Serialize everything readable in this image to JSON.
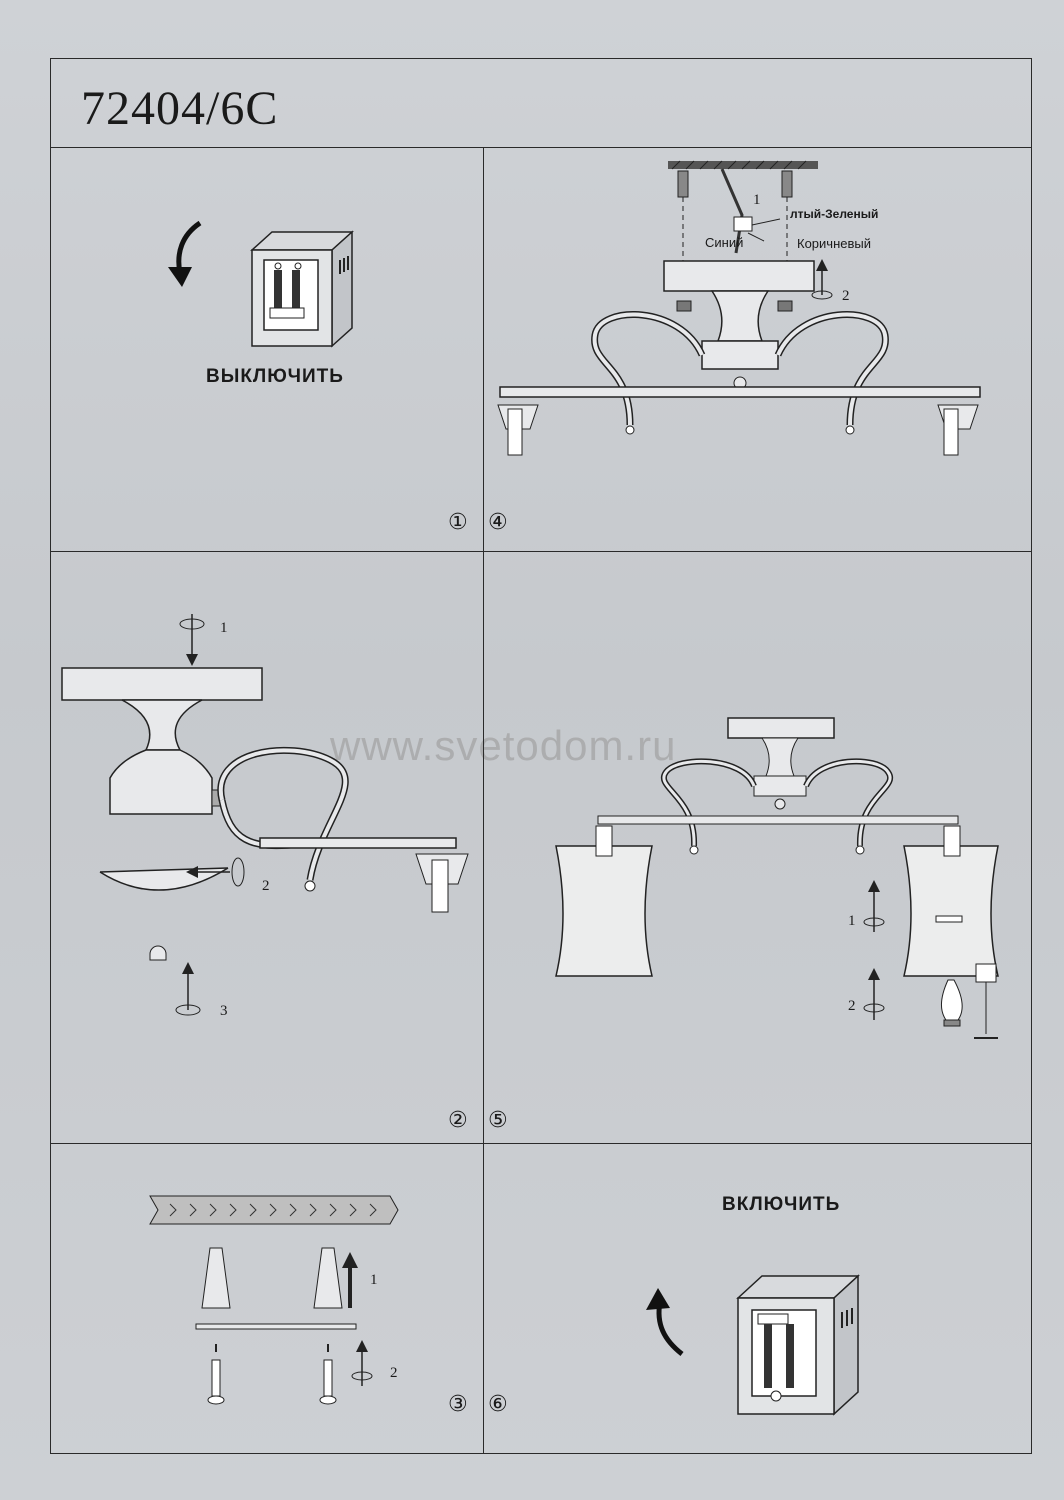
{
  "model": "72404/6С",
  "watermark": "www.svetodom.ru",
  "panels": {
    "off_label": "ВЫКЛЮЧИТЬ",
    "on_label": "ВКЛЮЧИТЬ",
    "wire_labels": {
      "yellow_green": "лтый-Зеленый",
      "blue": "Синий",
      "brown": "Коричневый"
    },
    "step_numbers": {
      "s1": "①",
      "s2": "②",
      "s3": "③",
      "s4": "④",
      "s5": "⑤",
      "s6": "⑥"
    },
    "arrow_numbers": {
      "p4_1": "1",
      "p4_2": "2",
      "p2_1": "1",
      "p2_2": "2",
      "p2_3": "3",
      "p5_1": "1",
      "p5_2": "2",
      "p3_1": "1",
      "p3_2": "2"
    }
  }
}
